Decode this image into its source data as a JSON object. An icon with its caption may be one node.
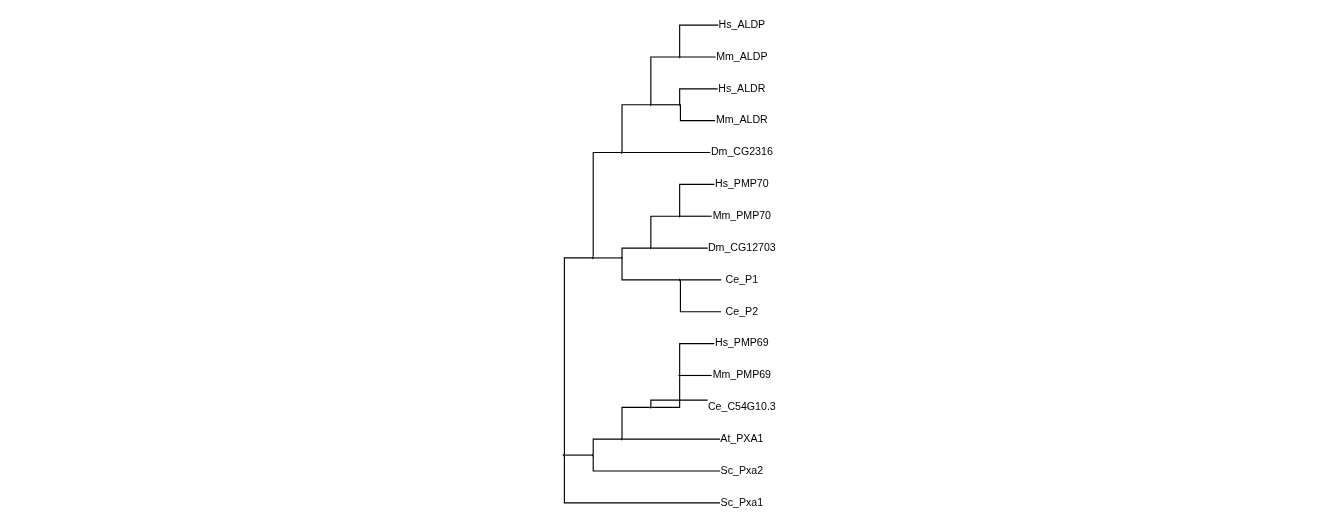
{
  "diagram": {
    "nodes": [
      {
        "text": [
          "Hs_ALDP"
        ]
      },
      {
        "text": [
          "Mm_ALDP"
        ]
      },
      {
        "text": [
          "Hs_ALDR"
        ]
      },
      {
        "text": [
          "Mm_ALDR"
        ]
      },
      {
        "text": [
          "Dm_CG2316"
        ]
      },
      {
        "text": [
          "Hs_PMP70"
        ]
      },
      {
        "text": [
          "Mm_PMP70"
        ]
      },
      {
        "text": [
          "Dm_CG12703"
        ]
      },
      {
        "text": [
          "Ce_P1"
        ]
      },
      {
        "text": [
          "Ce_P2"
        ]
      },
      {
        "text": [
          "Hs_PMP69"
        ]
      },
      {
        "text": [
          "Mm_PMP69"
        ]
      },
      {
        "text": [
          "Ce_C54G10.3"
        ]
      },
      {
        "text": [
          "At_PXA1"
        ]
      },
      {
        "text": [
          "Sc_Pxa2"
        ]
      },
      {
        "text": [
          "Sc_Pxa1"
        ]
      },
      {
        "text": [],
        "shape": "point"
      },
      {
        "text": [],
        "shape": "point"
      },
      {
        "text": [],
        "shape": "point"
      },
      {
        "text": [],
        "shape": "point"
      },
      {
        "text": [],
        "shape": "point"
      },
      {
        "text": [],
        "shape": "point"
      },
      {
        "text": [],
        "shape": "point"
      },
      {
        "text": [],
        "shape": "point"
      },
      {
        "text": [],
        "shape": "point"
      },
      {
        "text": [],
        "shape": "point"
      },
      {
        "text": [],
        "shape": "point"
      },
      {
        "text": [],
        "shape": "point"
      },
      {
        "text": [],
        "shape": "point"
      },
      {
        "text": [],
        "shape": "point"
      }
    ],
    "edges": [
      {
        "from": 16,
        "to": 17,
        "arrow": "none"
      },
      {
        "from": 16,
        "to": 18,
        "arrow": "none"
      },
      {
        "from": 16,
        "to": 15,
        "arrow": "none"
      },
      {
        "from": 17,
        "to": 19,
        "arrow": "none"
      },
      {
        "from": 17,
        "to": 20,
        "arrow": "none"
      },
      {
        "from": 19,
        "to": 21,
        "arrow": "none"
      },
      {
        "from": 19,
        "to": 4,
        "arrow": "none"
      },
      {
        "from": 21,
        "to": 22,
        "arrow": "none"
      },
      {
        "from": 21,
        "to": 23,
        "arrow": "none"
      },
      {
        "from": 22,
        "to": 0,
        "arrow": "none"
      },
      {
        "from": 22,
        "to": 1,
        "arrow": "none"
      },
      {
        "from": 23,
        "to": 2,
        "arrow": "none"
      },
      {
        "from": 23,
        "to": 3,
        "arrow": "none"
      },
      {
        "from": 20,
        "to": 24,
        "arrow": "none"
      },
      {
        "from": 20,
        "to": 25,
        "arrow": "none"
      },
      {
        "from": 24,
        "to": 26,
        "arrow": "none"
      },
      {
        "from": 24,
        "to": 7,
        "arrow": "none"
      },
      {
        "from": 26,
        "to": 5,
        "arrow": "none"
      },
      {
        "from": 26,
        "to": 6,
        "arrow": "none"
      },
      {
        "from": 25,
        "to": 8,
        "arrow": "none"
      },
      {
        "from": 25,
        "to": 9,
        "arrow": "none"
      },
      {
        "from": 18,
        "to": 27,
        "arrow": "none"
      },
      {
        "from": 18,
        "to": 14,
        "arrow": "none"
      },
      {
        "from": 27,
        "to": 28,
        "arrow": "none"
      },
      {
        "from": 27,
        "to": 13,
        "arrow": "none"
      },
      {
        "from": 28,
        "to": 29,
        "arrow": "none"
      },
      {
        "from": 28,
        "to": 12,
        "arrow": "none"
      },
      {
        "from": 29,
        "to": 10,
        "arrow": "none"
      },
      {
        "from": 29,
        "to": 11,
        "arrow": "none"
      }
    ]
  }
}
